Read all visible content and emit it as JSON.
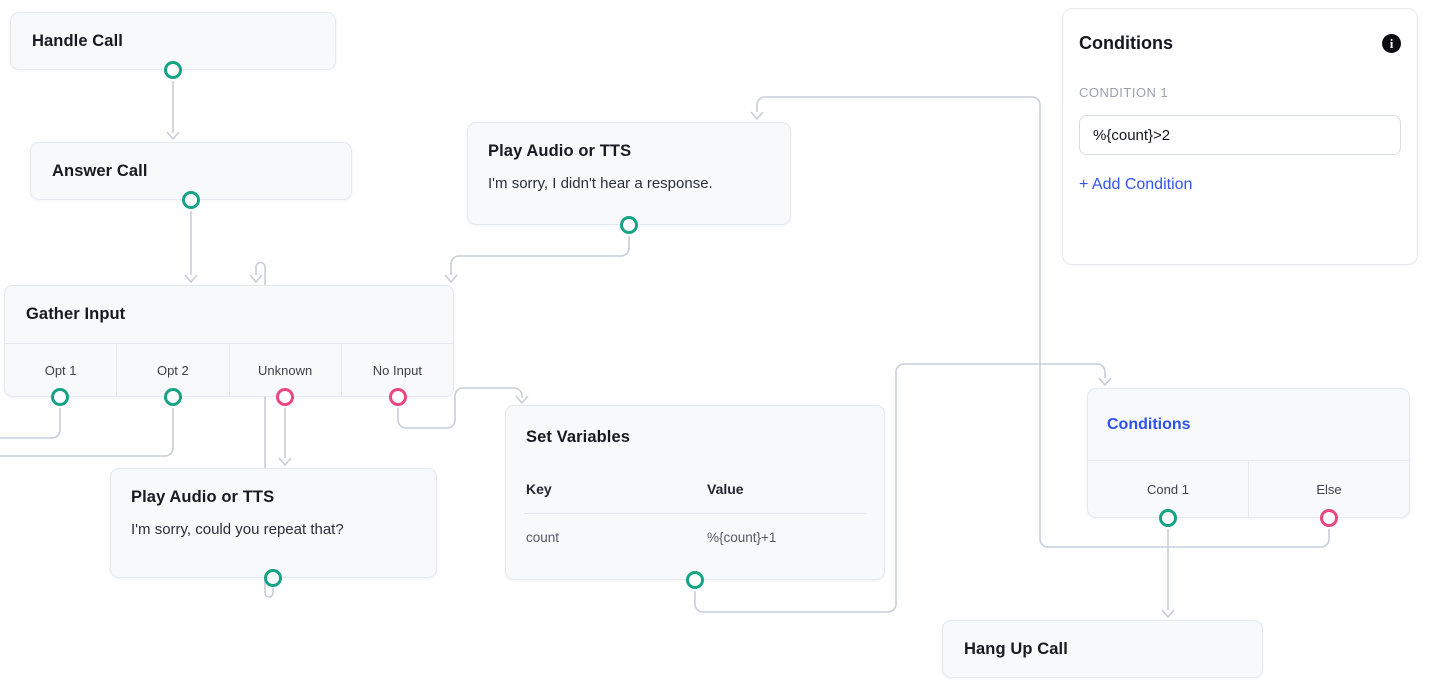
{
  "canvas": {
    "nodes": {
      "handle_call": {
        "title": "Handle Call"
      },
      "answer_call": {
        "title": "Answer Call"
      },
      "play_tts_top": {
        "title": "Play Audio or TTS",
        "message": "I'm sorry, I didn't hear a response."
      },
      "gather_input": {
        "title": "Gather Input",
        "branches": [
          {
            "label": "Opt 1",
            "port": "green"
          },
          {
            "label": "Opt 2",
            "port": "green"
          },
          {
            "label": "Unknown",
            "port": "pink"
          },
          {
            "label": "No Input",
            "port": "pink"
          }
        ]
      },
      "play_tts_bottom": {
        "title": "Play Audio or TTS",
        "message": "I'm sorry, could you repeat that?"
      },
      "set_variables": {
        "title": "Set Variables",
        "columns": {
          "key": "Key",
          "value": "Value"
        },
        "rows": [
          {
            "key": "count",
            "value": "%{count}+1"
          }
        ]
      },
      "conditions_node": {
        "title": "Conditions",
        "branches": [
          {
            "label": "Cond 1",
            "port": "green"
          },
          {
            "label": "Else",
            "port": "pink"
          }
        ]
      },
      "hang_up_call": {
        "title": "Hang Up Call"
      }
    },
    "panel": {
      "title": "Conditions",
      "info_icon": "info-icon",
      "condition_label": "CONDITION 1",
      "condition_value": "%{count}>2",
      "add_condition_label": "+ Add Condition"
    },
    "colors": {
      "port_green": "#16a385",
      "port_pink": "#e94781",
      "accent_blue": "#3354f4",
      "edge_gray": "#c7cdda",
      "node_bg": "#f7f9fb"
    }
  }
}
